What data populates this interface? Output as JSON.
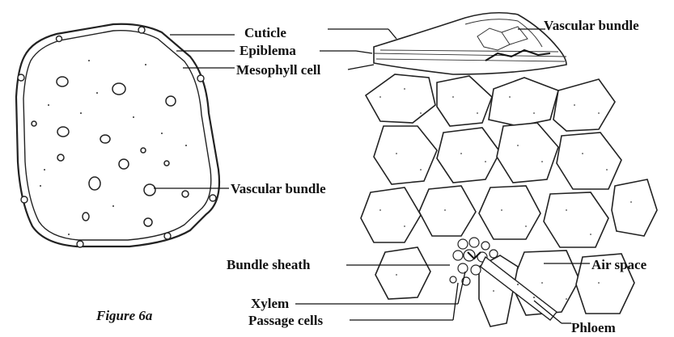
{
  "labels": {
    "cuticle": "Cuticle",
    "epiblema": "Epiblema",
    "mesophyll": "Mesophyll cell",
    "vascular_left": "Vascular bundle",
    "vascular_top": "Vascular bundle",
    "bundle_sheath": "Bundle sheath",
    "xylem": "Xylem",
    "passage_cells": "Passage cells",
    "phloem": "Phloem",
    "airspace": "Air space"
  },
  "caption": "Figure 6a"
}
